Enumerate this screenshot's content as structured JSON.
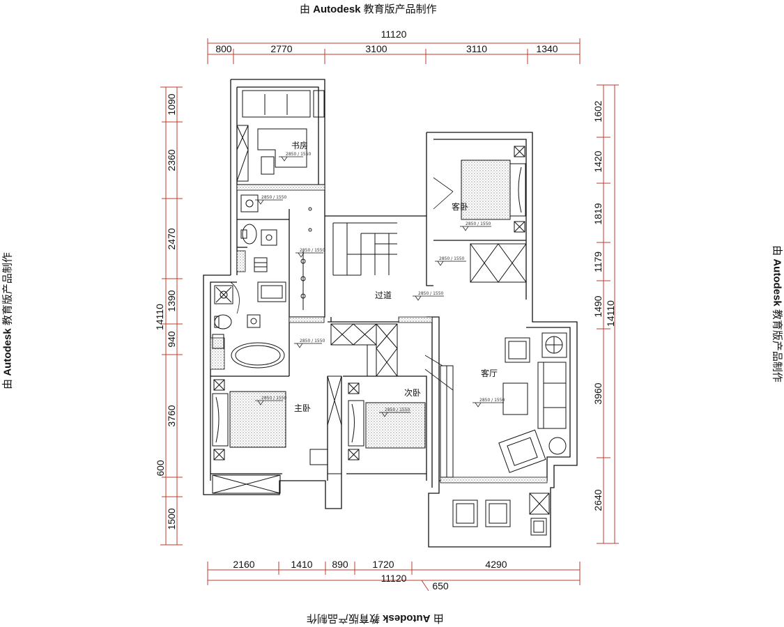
{
  "watermark": {
    "prefix": "由 ",
    "brand": "Autodesk",
    "suffix": " 教育版产品制作"
  },
  "top_dims": {
    "total": "11120",
    "segments": [
      "800",
      "2770",
      "3100",
      "3110",
      "1340"
    ]
  },
  "bottom_dims": {
    "total": "11120",
    "segments": [
      "2160",
      "1410",
      "890",
      "1720",
      "4290"
    ],
    "extra": "650"
  },
  "left_dims": {
    "total": "14110",
    "segments": [
      "1090",
      "2360",
      "2470",
      "1390",
      "940",
      "3760",
      "600",
      "1500"
    ]
  },
  "right_dims": {
    "total": "14110",
    "segments": [
      "1602",
      "1420",
      "1819",
      "1179",
      "1490",
      "3960",
      "2640"
    ]
  },
  "rooms": {
    "study": "书房",
    "guest_bedroom": "客卧",
    "corridor": "过道",
    "living_room": "客厅",
    "master_bedroom": "主卧",
    "second_bedroom": "次卧"
  },
  "level_label": "2850 / 1550",
  "colors": {
    "dimension_line": "#c0392b",
    "wall": "#111111",
    "hatch": "#555555"
  }
}
